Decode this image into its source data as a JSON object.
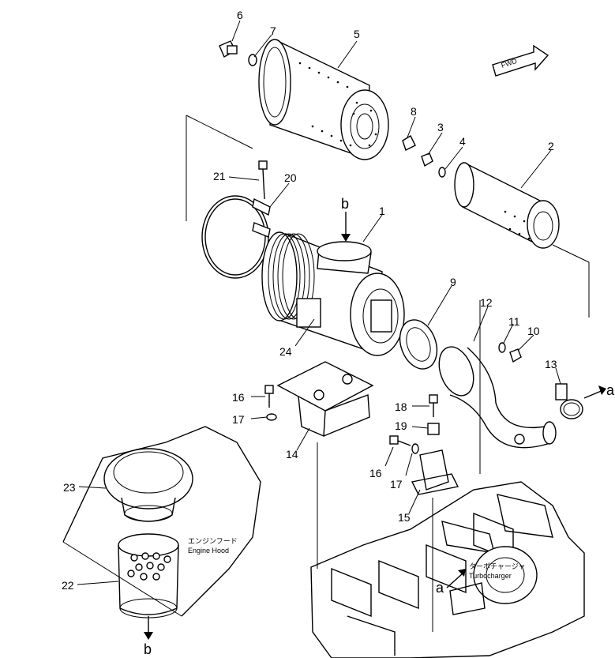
{
  "callouts": {
    "p1": "1",
    "p2": "2",
    "p3": "3",
    "p4": "4",
    "p5": "5",
    "p6": "6",
    "p7": "7",
    "p8": "8",
    "p9": "9",
    "p10": "10",
    "p11": "11",
    "p12": "12",
    "p13": "13",
    "p14": "14",
    "p15": "15",
    "p16a": "16",
    "p16b": "16",
    "p17a": "17",
    "p17b": "17",
    "p18": "18",
    "p19": "19",
    "p20": "20",
    "p21": "21",
    "p22": "22",
    "p23": "23",
    "p24": "24"
  },
  "refs": {
    "a1": "a",
    "a2": "a",
    "b1": "b",
    "b2": "b"
  },
  "fwd": "FWD",
  "engine_hood": {
    "jp": "エンジンフード",
    "en": "Engine Hood"
  },
  "turbocharger": {
    "jp": "ターボチャージャ",
    "en": "Turbocharger"
  }
}
